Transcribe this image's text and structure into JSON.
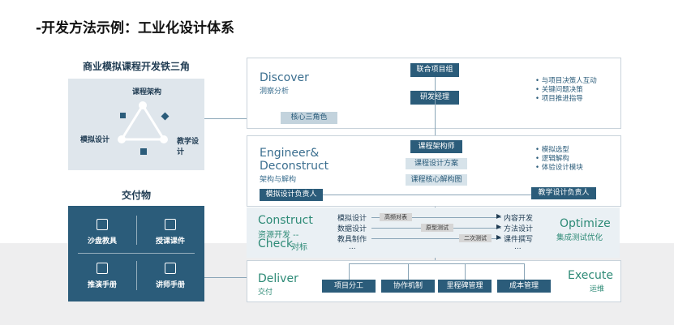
{
  "title": "-开发方法示例：工业化设计体系",
  "triangle": {
    "heading": "商业模拟课程开发铁三角",
    "top": "课程架构",
    "left": "模拟设计",
    "right": "教学设计"
  },
  "deliverables": {
    "heading": "交付物",
    "items": [
      "沙盘教具",
      "授课课件",
      "推演手册",
      "讲师手册"
    ]
  },
  "discover": {
    "en": "Discover",
    "cn": "洞察分析",
    "box1": "联合项目组",
    "box2": "研发经理",
    "core": "核心三角色",
    "bullets": [
      "与项目决策人互动",
      "关键问题决策",
      "项目推进指导"
    ]
  },
  "engineer": {
    "en1": "Engineer&",
    "en2": "Deconstruct",
    "cn": "架构与解构",
    "box1": "课程架构师",
    "box2": "课程设计方案",
    "box3": "课程核心解构图",
    "left_owner": "模拟设计负责人",
    "right_owner": "教学设计负责人",
    "bullets": [
      "模拟选型",
      "逻辑解构",
      "体验设计模块"
    ]
  },
  "construct": {
    "en": "Construct",
    "cn_line": "资源开发 --",
    "en2": "Check",
    "cn2": "对标",
    "left_items": [
      "模拟设计",
      "数据设计",
      "教具制作",
      "..."
    ],
    "right_items": [
      "内容开发",
      "方法设计",
      "课件撰写",
      "..."
    ],
    "tags": [
      "高频对表",
      "原型测试",
      "二次测试"
    ],
    "optimize_en": "Optimize",
    "optimize_cn": "集成测试优化"
  },
  "deliver": {
    "en": "Deliver",
    "cn": "交付",
    "boxes": [
      "项目分工",
      "协作机制",
      "里程碑管理",
      "成本管理"
    ],
    "execute_en": "Execute",
    "execute_cn": "运维"
  }
}
